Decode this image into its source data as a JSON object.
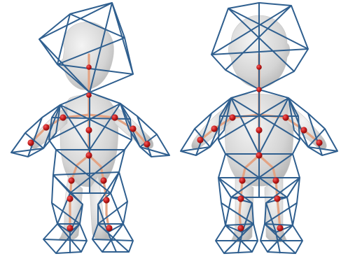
{
  "figure": {
    "panels": [
      {
        "id": "left",
        "pose": "head tilted"
      },
      {
        "id": "right",
        "pose": "upright"
      }
    ],
    "colors": {
      "background": "#ffffff",
      "body": "#d9d9d9",
      "body_shade": "#bdbdbd",
      "cage": "#2f5f8f",
      "bone": "#e3a383",
      "joint": "#c71c1c"
    }
  }
}
